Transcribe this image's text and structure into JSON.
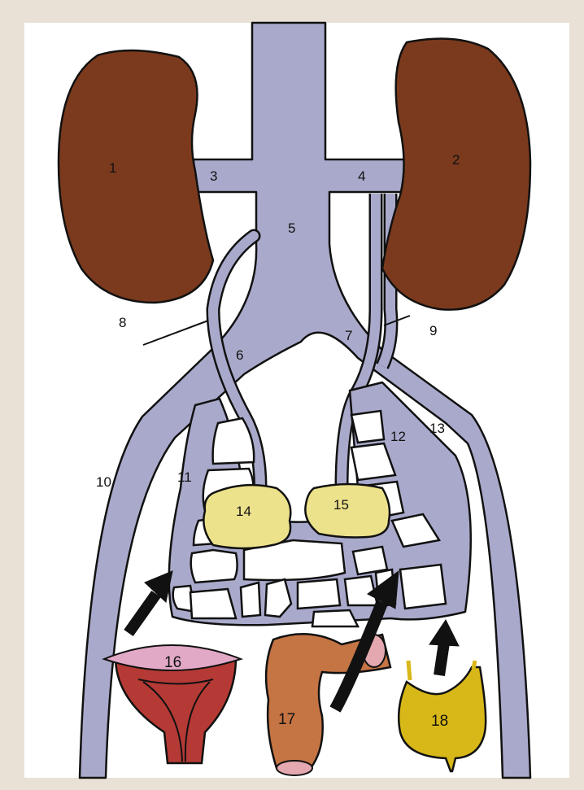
{
  "labels": {
    "l1": "1",
    "l2": "2",
    "l3": "3",
    "l4": "4",
    "l5": "5",
    "l6": "6",
    "l7": "7",
    "l8": "8",
    "l9": "9",
    "l10": "10",
    "l11": "11",
    "l12": "12",
    "l13": "13",
    "l14": "14",
    "l15": "15",
    "l16": "16",
    "l17": "17",
    "l18": "18"
  },
  "colors": {
    "background": "#e9e1d6",
    "panel": "#ffffff",
    "kidney": "#7b3a1d",
    "vein": "#a9aacb",
    "ovary": "#ede28c",
    "uterus": "#b53a35",
    "uterus_fundus": "#e2a9c7",
    "rectum": "#c57444",
    "bladder": "#d8b818",
    "arrow": "#111111"
  }
}
